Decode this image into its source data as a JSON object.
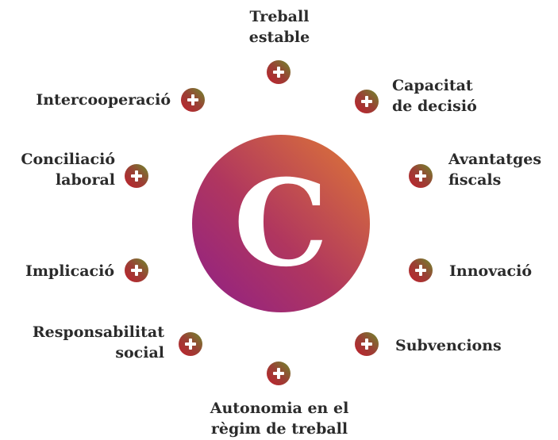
{
  "center": {
    "letter": "C"
  },
  "items": [
    {
      "id": "treball-estable",
      "lines": [
        "Treball",
        "estable"
      ]
    },
    {
      "id": "capacitat-de-decisio",
      "lines": [
        "Capacitat",
        "de decisió"
      ]
    },
    {
      "id": "avantatges-fiscals",
      "lines": [
        "Avantatges",
        "fiscals"
      ]
    },
    {
      "id": "innovacio",
      "lines": [
        "Innovació"
      ]
    },
    {
      "id": "subvencions",
      "lines": [
        "Subvencions"
      ]
    },
    {
      "id": "autonomia",
      "lines": [
        "Autonomia en el",
        "règim de treball"
      ]
    },
    {
      "id": "responsabilitat-social",
      "lines": [
        "Responsabilitat",
        "social"
      ]
    },
    {
      "id": "implicacio",
      "lines": [
        "Implicació"
      ]
    },
    {
      "id": "conciliacio-laboral",
      "lines": [
        "Conciliació",
        "laboral"
      ]
    },
    {
      "id": "intercooperacio",
      "lines": [
        "Intercooperació"
      ]
    }
  ],
  "colors": {
    "circle_gradient": [
      "#8e1f88",
      "#b0365f",
      "#e07a34"
    ],
    "plus_gradient": [
      "#c0202e",
      "#6f8a2e"
    ],
    "text": "#2b2b2b"
  }
}
